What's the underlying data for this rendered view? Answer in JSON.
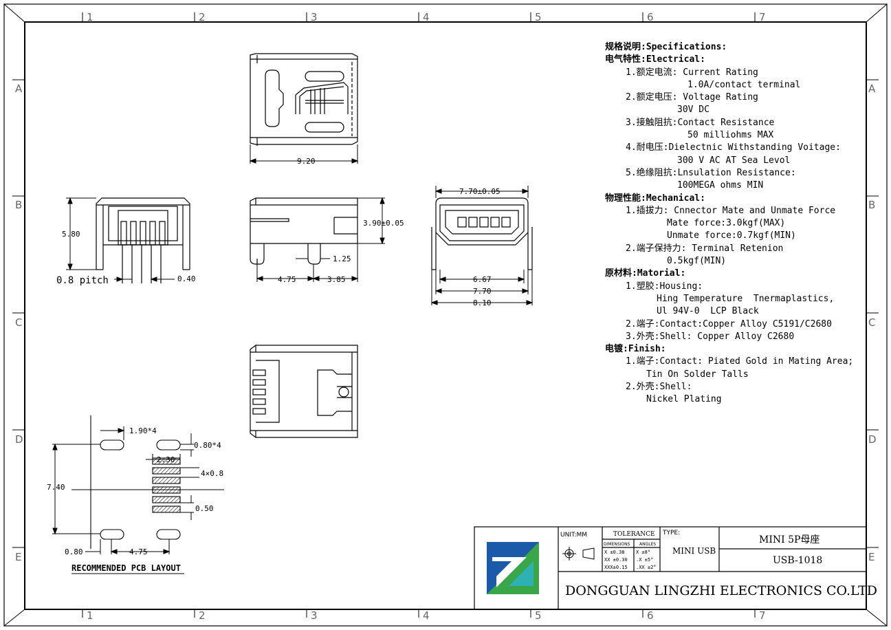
{
  "grid": {
    "cols": [
      "1",
      "2",
      "3",
      "4",
      "5",
      "6",
      "7"
    ],
    "rows": [
      "A",
      "B",
      "C",
      "D",
      "E"
    ]
  },
  "specs": [
    {
      "text": "规格说明:Specifications:",
      "indent": 0
    },
    {
      "text": "电气特性:Electrical:",
      "indent": 0
    },
    {
      "text": "1.额定电流: Current Rating",
      "indent": 2
    },
    {
      "text": "1.0A/contact terminal",
      "indent": 8
    },
    {
      "text": "2.额定电压: Voltage Rating",
      "indent": 2
    },
    {
      "text": "30V DC",
      "indent": 7
    },
    {
      "text": "3.接触阻抗:Contact Resistance",
      "indent": 2
    },
    {
      "text": "50 milliohms MAX",
      "indent": 8
    },
    {
      "text": "4.耐电压:Dielectnic Withstanding Voitage:",
      "indent": 2
    },
    {
      "text": "300 V AC AT Sea Levol",
      "indent": 7
    },
    {
      "text": "5.绝缘阻抗:Lnsulation Resistance:",
      "indent": 2
    },
    {
      "text": "100MEGA ohms MIN",
      "indent": 7
    },
    {
      "text": "物理性能:Mechanical:",
      "indent": 0
    },
    {
      "text": "1.插拔力: Cnnector Mate and Unmate Force",
      "indent": 2
    },
    {
      "text": "Mate force:3.0kgf(MAX)",
      "indent": 6
    },
    {
      "text": "Unmate force:0.7kgf(MIN)",
      "indent": 6
    },
    {
      "text": "2.端子保持力: Terminal Retenion",
      "indent": 2
    },
    {
      "text": "0.5kgf(MIN)",
      "indent": 6
    },
    {
      "text": "原材料:Matorial:",
      "indent": 0
    },
    {
      "text": "1.塑胶:Housing:",
      "indent": 2
    },
    {
      "text": "Hing Temperature  Tnermaplastics,",
      "indent": 5
    },
    {
      "text": "Ul 94V-0  LCP Black",
      "indent": 5
    },
    {
      "text": "2.端子:Contact:Copper Alloy C5191/C2680",
      "indent": 2
    },
    {
      "text": "3.外壳:Shell: Copper Alloy C2680",
      "indent": 2
    },
    {
      "text": "电镀:Finish:",
      "indent": 0
    },
    {
      "text": "1.端子:Contact: Piated Gold in Mating Area;",
      "indent": 2
    },
    {
      "text": "Tin On Solder Talls",
      "indent": 4
    },
    {
      "text": "2.外壳:Shell:",
      "indent": 2
    },
    {
      "text": "Nickel Plating",
      "indent": 4
    }
  ],
  "dims": {
    "top_width": "9.20",
    "left_height": "5.80",
    "pitch": "0.8 pitch",
    "pin_w": "0.40",
    "side_height": "3.90±0.05",
    "side_small": "1.25",
    "side_a": "4.75",
    "side_b": "3.85",
    "front_top": "7.70±0.05",
    "front_a": "6.67",
    "front_b": "7.70",
    "front_c": "8.10",
    "pcb_a": "1.90*4",
    "pcb_b": "0.80*4",
    "pcb_c": "2.30",
    "pcb_d": "4×0.8",
    "pcb_e": "0.50",
    "pcb_h": "7.40",
    "pcb_f": "0.80",
    "pcb_g": "4.75"
  },
  "pcb_caption": "RECOMMENDED PCB LAYOUT",
  "titleblock": {
    "unit": "UNIT:MM",
    "tolerance": "TOLERANCE",
    "dimensions": "DIMENSIONS",
    "angles": "ANGLES",
    "tol_rows": [
      {
        "d": "X  ±0.38",
        "a": "X  ±8°"
      },
      {
        "d": "XX ±0.30",
        "a": ".X  ±5°"
      },
      {
        "d": "XXX±0.15",
        "a": ".XX ±2°"
      }
    ],
    "type_label": "TYPE:",
    "type_value": "MINI USB",
    "part_name": "MINI 5P母座",
    "part_no": "USB-1018",
    "company": "DONGGUAN LINGZHI ELECTRONICS CO.LTD"
  },
  "colors": {
    "logo_blue": "#1a5aa8",
    "logo_green": "#3aa64a",
    "logo_cyan": "#2bb3c8"
  }
}
